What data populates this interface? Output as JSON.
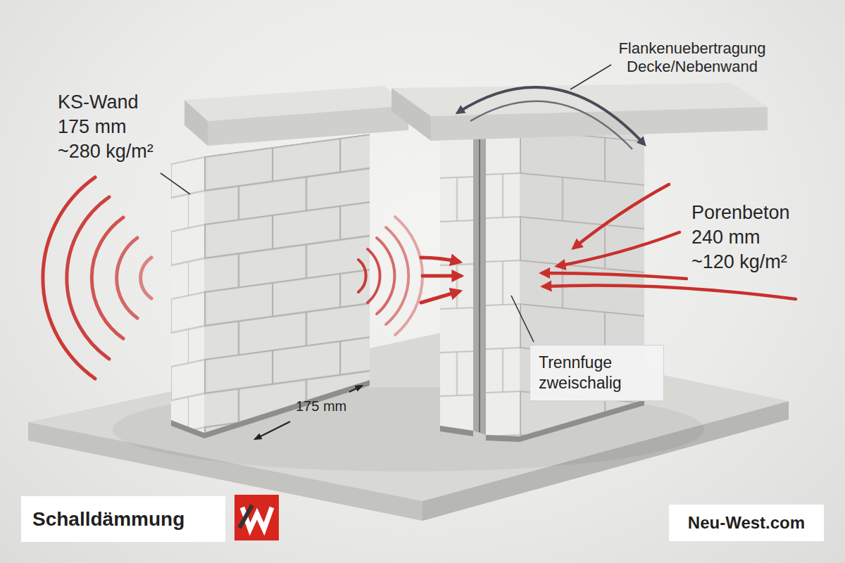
{
  "diagram": {
    "nodes": [
      {
        "text": [
          "Trennfuge zweischalig"
        ]
      },
      {
        "text": [
          "Schalldämmung"
        ]
      },
      {
        "text": [
          "Neu-West.com"
        ]
      }
    ],
    "labels": [
      "KS-Wand 175 mm ~280 kg/m²",
      "175 mm",
      "Flankenuebertragung Decke/Nebenwand",
      "Porenbeton 240 mm ~120 kg/m²"
    ]
  }
}
